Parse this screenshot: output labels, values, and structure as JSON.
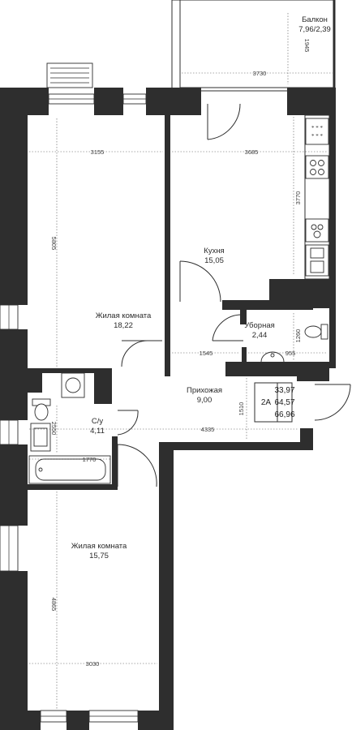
{
  "rooms": {
    "balcony": {
      "name": "Балкон",
      "area": "7,96/2,39"
    },
    "kitchen": {
      "name": "Кухня",
      "area": "15,05"
    },
    "living1": {
      "name": "Жилая комната",
      "area": "18,22"
    },
    "toilet": {
      "name": "Уборная",
      "area": "2,44"
    },
    "hall": {
      "name": "Прихожая",
      "area": "9,00"
    },
    "bath": {
      "name": "С/у",
      "area": "4,11"
    },
    "living2": {
      "name": "Жилая комната",
      "area": "15,75"
    }
  },
  "dimensions": {
    "balcony_h": "1945",
    "balcony_w": "3730",
    "living1_w": "3155",
    "kitchen_w": "3685",
    "kitchen_h": "3770",
    "living1_h": "5805",
    "toilet_h": "1260",
    "corridor_w": "1545",
    "toilet_w": "955",
    "hall_h": "1510",
    "bath_h": "2550",
    "hall_w": "4335",
    "bath_w": "1770",
    "living2_h": "4865",
    "living2_w": "3030"
  },
  "summary": {
    "type": "2А",
    "values": [
      "33,97",
      "64,57",
      "66,96"
    ]
  }
}
